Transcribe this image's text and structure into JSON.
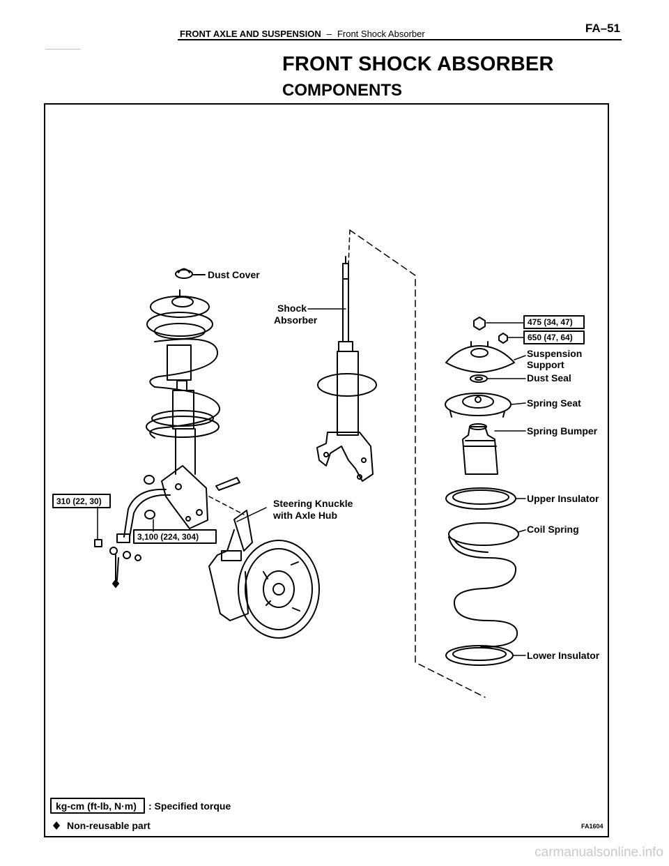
{
  "header": {
    "section": "FRONT AXLE AND SUSPENSION",
    "separator": "–",
    "subsection": "Front Shock Absorber",
    "page_number": "FA–51"
  },
  "title": "FRONT SHOCK ABSORBER",
  "subtitle": "COMPONENTS",
  "diagram": {
    "labels": {
      "dust_cover": "Dust Cover",
      "shock_line1": "Shock",
      "shock_line2": "Absorber",
      "suspension_line1": "Suspension",
      "suspension_line2": "Support",
      "dust_seal": "Dust Seal",
      "spring_seat": "Spring Seat",
      "spring_bumper": "Spring Bumper",
      "upper_insulator": "Upper Insulator",
      "coil_spring": "Coil Spring",
      "lower_insulator": "Lower Insulator",
      "knuckle_line1": "Steering Knuckle",
      "knuckle_line2": "with Axle Hub"
    },
    "torques": {
      "t475": "475 (34, 47)",
      "t650": "650 (47, 64)",
      "t310": "310 (22, 30)",
      "t3100": "3,100 (224, 304)"
    },
    "legend": {
      "unit_box": "kg-cm (ft-lb, N·m)",
      "unit_desc": ": Specified torque",
      "nonreusable": "Non-reusable part"
    },
    "figure_id": "FA1604"
  },
  "watermark": "carmanualsonline.info"
}
